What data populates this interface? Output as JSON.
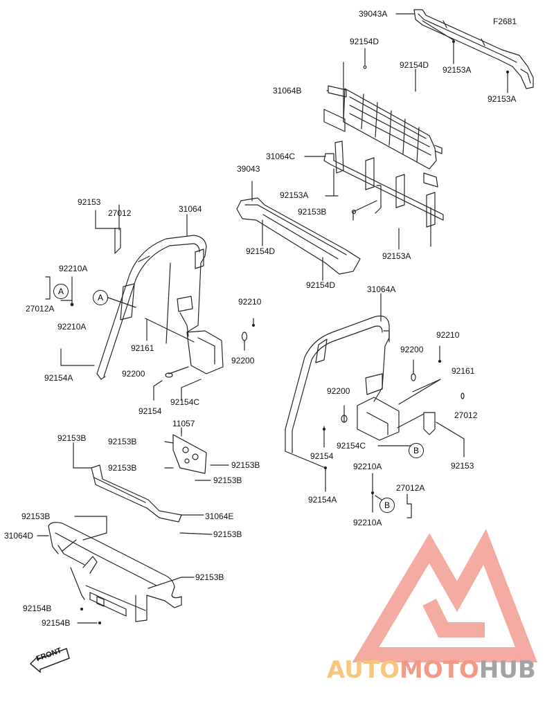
{
  "figure_id": "F2681",
  "labels": {
    "p39043A": "39043A",
    "p92154D_a": "92154D",
    "p92154D_b": "92154D",
    "p92153A_a": "92153A",
    "p92153A_b": "92153A",
    "p31064B": "31064B",
    "p31064C": "31064C",
    "p39043": "39043",
    "p92153A_c": "92153A",
    "p92153B_a": "92153B",
    "p92153A_d": "92153A",
    "p92154D_c": "92154D",
    "p92154D_d": "92154D",
    "p92153_a": "92153",
    "p27012_a": "27012",
    "p31064": "31064",
    "p92210A_a": "92210A",
    "p27012A_a": "27012A",
    "p92210A_b": "92210A",
    "p92210_a": "92210",
    "p92161_a": "92161",
    "p92200_a": "92200",
    "p92200_b": "92200",
    "p92154A_a": "92154A",
    "p92154_a": "92154",
    "p92154C_a": "92154C",
    "p11057": "11057",
    "p92153B_b": "92153B",
    "p92153B_c": "92153B",
    "p92153B_d": "92153B",
    "p92153B_e": "92153B",
    "p92153B_f": "92153B",
    "p92153B_g": "92153B",
    "p31064E": "31064E",
    "p92153B_h": "92153B",
    "p31064D": "31064D",
    "p92153B_i": "92153B",
    "p92154B_a": "92154B",
    "p92154B_b": "92154B",
    "p31064A": "31064A",
    "p92210_b": "92210",
    "p92200_c": "92200",
    "p92161_b": "92161",
    "p92200_d": "92200",
    "p27012_b": "27012",
    "p92154C_b": "92154C",
    "p92154_b": "92154",
    "p92153_b": "92153",
    "p92210A_c": "92210A",
    "p27012A_b": "27012A",
    "p92210A_d": "92210A",
    "p92154A_b": "92154A"
  },
  "callouts": {
    "a1": "A",
    "a2": "A",
    "b1": "B",
    "b2": "B"
  },
  "front_arrow": "FRONT",
  "watermark": {
    "part1": "AUTO",
    "part2": "MOTO",
    "part3": "HUB"
  },
  "colors": {
    "line": "#222222",
    "watermark_red": "#f08f84",
    "watermark_orange": "#f7c57c",
    "watermark_gray": "#a3a3a3"
  }
}
